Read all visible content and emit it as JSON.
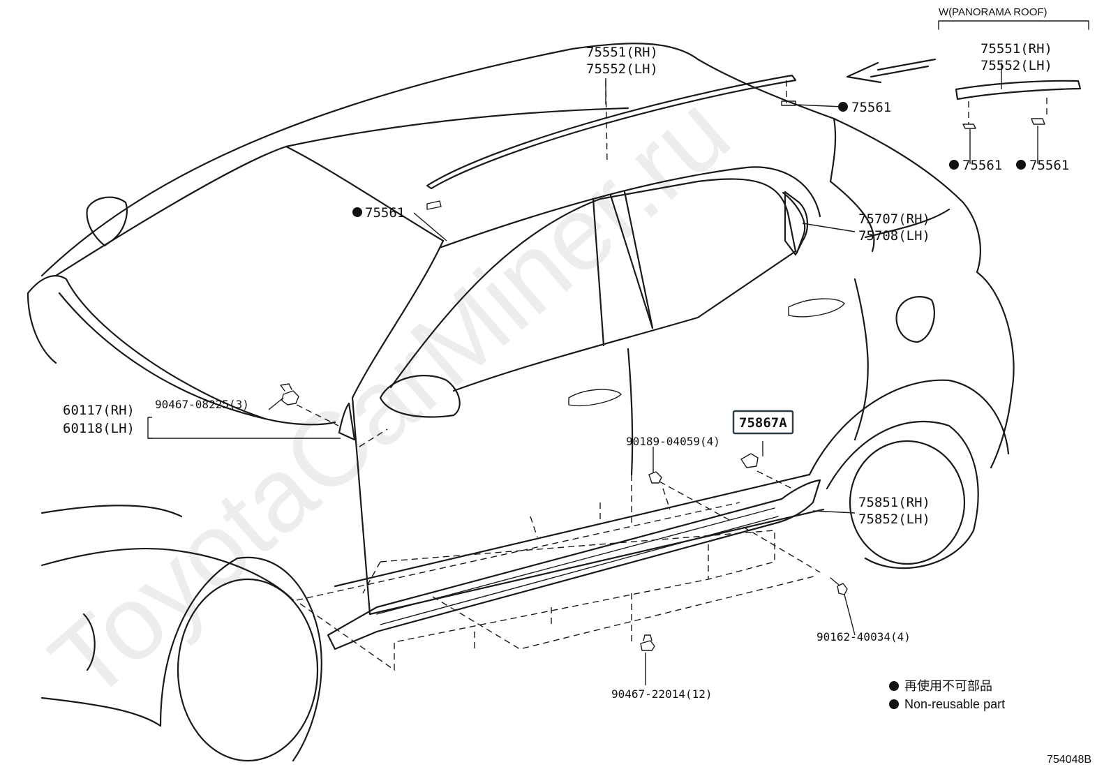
{
  "watermark": "ToyotaCarMiner.ru",
  "inset": {
    "title": "W(PANORAMA ROOF)",
    "part_rh": "75551(RH)",
    "part_lh": "75552(LH)",
    "clip_left": "75561",
    "clip_right": "75561"
  },
  "labels": {
    "roof_rh": "75551(RH)",
    "roof_lh": "75552(LH)",
    "roof_clip_rear": "75561",
    "roof_clip_front": "75561",
    "window_rh": "75707(RH)",
    "window_lh": "75708(LH)",
    "fender_rh": "60117(RH)",
    "fender_lh": "60118(LH)",
    "fender_clip": "90467-08225(3)",
    "clip_90189": "90189-04059(4)",
    "highlighted_part": "75867A",
    "rocker_rh": "75851(RH)",
    "rocker_lh": "75852(LH)",
    "screw": "90162-40034(4)",
    "bottom_clip": "90467-22014(12)"
  },
  "legend": {
    "japanese": "再使用不可部品",
    "english": "Non-reusable part"
  },
  "figure_id": "754048B"
}
